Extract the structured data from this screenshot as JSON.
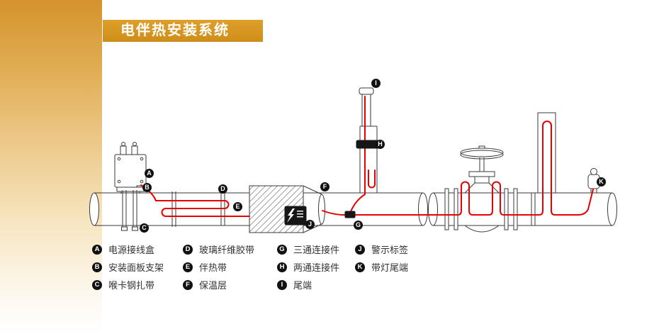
{
  "banner": {
    "title": "电伴热安装系统"
  },
  "legend": {
    "items": [
      {
        "letter": "A",
        "label": "电源接线盒"
      },
      {
        "letter": "B",
        "label": "安装面板支架"
      },
      {
        "letter": "C",
        "label": "喉卡钢扎带"
      },
      {
        "letter": "D",
        "label": "玻璃纤维胶带"
      },
      {
        "letter": "E",
        "label": "伴热带"
      },
      {
        "letter": "F",
        "label": "保温层"
      },
      {
        "letter": "G",
        "label": "三通连接件"
      },
      {
        "letter": "H",
        "label": "两通连接件"
      },
      {
        "letter": "I",
        "label": "尾端"
      },
      {
        "letter": "J",
        "label": "警示标签"
      },
      {
        "letter": "K",
        "label": "带灯尾端"
      }
    ]
  },
  "colors": {
    "accent_orange": "#d6951d",
    "cable_red": "#e60000",
    "line_dark": "#3a3a3a",
    "tag_black": "#161616"
  }
}
